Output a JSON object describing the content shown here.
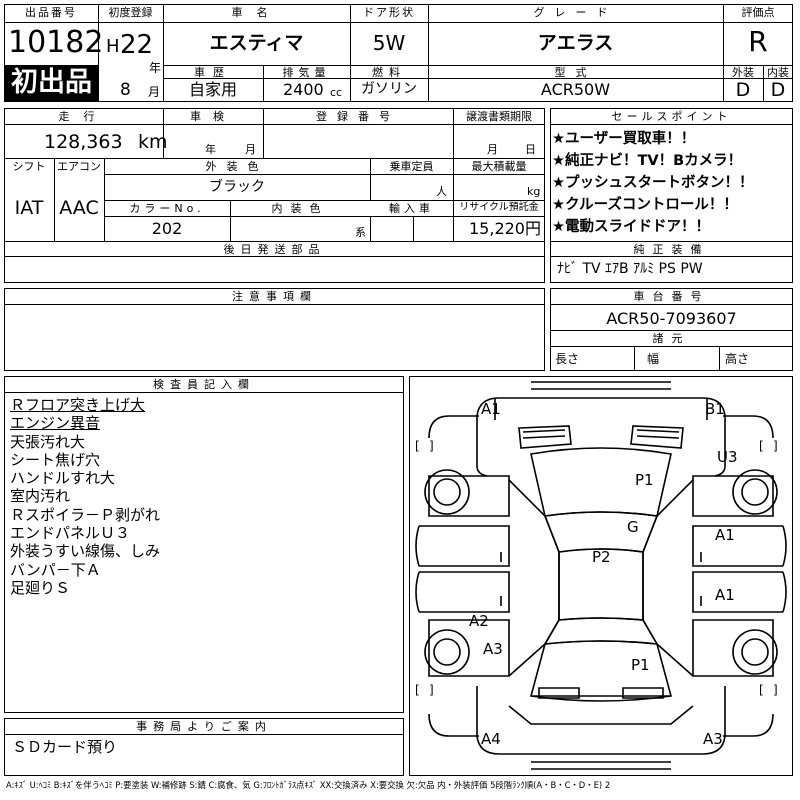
{
  "header": {
    "lot_label": "出品番号",
    "lot_number": "10182",
    "first_listing_badge": "初出品",
    "first_reg_label": "初度登録",
    "era": "H",
    "year": "22",
    "year_unit": "年",
    "month": "8",
    "month_unit": "月",
    "car_name_label": "車名",
    "car_name": "エスティマ",
    "doors_label": "ドア形状",
    "doors": "5W",
    "grade_label": "グレード",
    "grade": "アエラス",
    "score_label": "評価点",
    "score": "R",
    "history_label": "車歴",
    "history": "自家用",
    "displacement_label": "排気量",
    "displacement": "2400",
    "displacement_unit": "cc",
    "fuel_label": "燃料",
    "fuel": "ガソリン",
    "model_label": "型式",
    "model": "ACR50W",
    "ext_label": "外装",
    "ext_grade": "D",
    "int_label": "内装",
    "int_grade": "D"
  },
  "row2": {
    "mileage_label": "走行",
    "mileage": "128,363",
    "mileage_unit": "km",
    "inspection_label": "車検",
    "inspection_year_unit": "年",
    "inspection_month_unit": "月",
    "reg_no_label": "登録番号",
    "reg_no": "",
    "transfer_label": "譲渡書類期限",
    "transfer_month_unit": "月",
    "transfer_day_unit": "日",
    "shift_label": "シフト",
    "shift": "IAT",
    "ac_label": "エアコン",
    "ac": "AAC",
    "exterior_color_label": "外装色",
    "exterior_color": "ブラック",
    "capacity_label": "乗車定員",
    "capacity_unit": "人",
    "max_load_label": "最大積載量",
    "max_load_unit": "kg",
    "color_no_label": "カラーNo.",
    "color_no": "202",
    "interior_color_label": "内装色",
    "interior_color_unit": "系",
    "import_label": "輸入車",
    "recycle_label": "リサイクル預託金",
    "recycle_fee": "15,220円",
    "later_parts_label": "後日発送部品"
  },
  "sales_points": {
    "label": "セールスポイント",
    "items": [
      "★ユーザー買取車！！",
      "★純正ナビ！TV！Bカメラ！",
      "★プッシュスタートボタン！！",
      "★クルーズコントロール！！",
      "★電動スライドドア！！"
    ]
  },
  "equipment": {
    "label": "純正装備",
    "value": "ﾅﾋﾞ TV ｴｱB ｱﾙﾐ PS PW"
  },
  "notes": {
    "label": "注意事項欄"
  },
  "chassis": {
    "label": "車台番号",
    "value": "ACR50-7093607"
  },
  "dimensions": {
    "label": "諸元",
    "length_label": "長さ",
    "width_label": "幅",
    "height_label": "高さ"
  },
  "inspector": {
    "label": "検査員記入欄",
    "lines": [
      "Ｒフロア突き上げ大",
      "エンジン異音",
      "天張汚れ大",
      "シート焦げ穴",
      "ハンドルすれ大",
      "室内汚れ",
      "Ｒスポイラ－Ｐ剥がれ",
      "エンドパネルＵ３",
      "外装うすい線傷、しみ",
      "バンパ－下Ａ",
      "足廻りＳ"
    ]
  },
  "diagram_marks": {
    "front_left": "A1",
    "front_right": "B1",
    "right_front_fender": "U3",
    "hood": "P1",
    "windshield": "G",
    "roof": "P2",
    "right_front_door": "A1",
    "right_rear_door": "A1",
    "left_rear_door": "A2",
    "left_rear_fender": "A3",
    "rear_hatch": "P1",
    "rear_left": "A4",
    "rear_right": "A3"
  },
  "office": {
    "label": "事務局よりご案内",
    "text": "ＳＤカード預り"
  },
  "legend": "A:ｷｽﾞ U:ﾍｺﾐ B:ｷｽﾞを伴うﾍｺﾐ P:要塗装 W:補修跡 S:錆 C:腐食、気 G:ﾌﾛﾝﾄｶﾞﾗｽ点ｷｽﾞ XX:交換済み X:要交換 欠:欠品 内・外装評価 5段階ﾗﾝｸ順(A・B・C・D・E) 2"
}
